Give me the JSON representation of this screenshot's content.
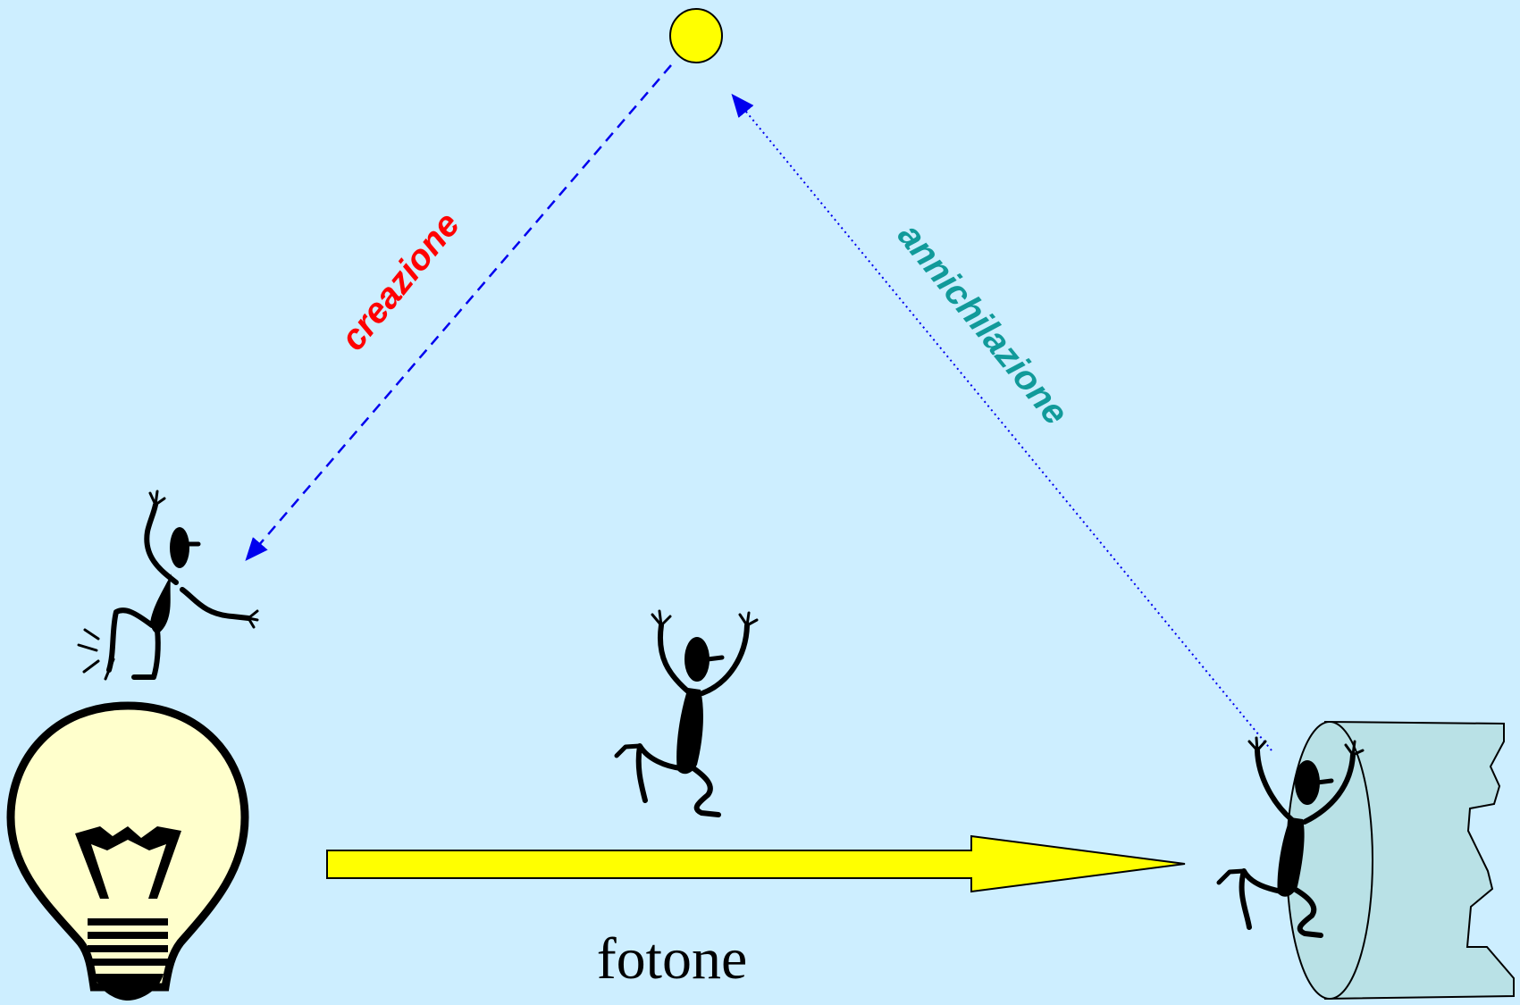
{
  "labels": {
    "creation": "creazione",
    "annihilation": "annichilazione",
    "photon": "fotone"
  },
  "colors": {
    "background": "#cdeeff",
    "creation_label": "#ff0000",
    "annihilation_label": "#119a9a",
    "arrow_blue": "#0000ee",
    "photon_arrow": "#ffff00",
    "source_dot": "#ffff00",
    "bulb_glass": "#ffffcc",
    "wall": "#b9e1e6"
  },
  "icons": {
    "source": "yellow-dot-icon",
    "bulb": "light-bulb-icon",
    "wall": "wall-cylinder-icon",
    "figure_emitted": "stick-figure-emitted-icon",
    "figure_travel": "stick-figure-running-icon",
    "figure_absorbed": "stick-figure-absorbed-icon"
  }
}
